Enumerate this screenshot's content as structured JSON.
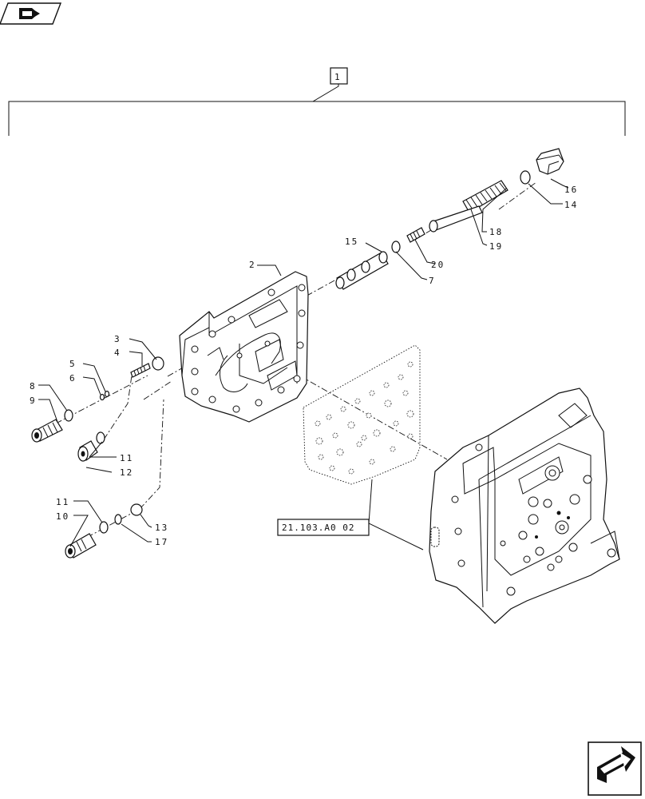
{
  "assembly_ref": "1",
  "callouts": [
    {
      "id": "c2",
      "text": "2"
    },
    {
      "id": "c3",
      "text": "3"
    },
    {
      "id": "c4",
      "text": "4"
    },
    {
      "id": "c5",
      "text": "5"
    },
    {
      "id": "c6",
      "text": "6"
    },
    {
      "id": "c7",
      "text": "7"
    },
    {
      "id": "c8",
      "text": "8"
    },
    {
      "id": "c9",
      "text": "9"
    },
    {
      "id": "c10",
      "text": "10"
    },
    {
      "id": "c11a",
      "text": "11"
    },
    {
      "id": "c11b",
      "text": "11"
    },
    {
      "id": "c12",
      "text": "12"
    },
    {
      "id": "c13",
      "text": "13"
    },
    {
      "id": "c14",
      "text": "14"
    },
    {
      "id": "c15",
      "text": "15"
    },
    {
      "id": "c16",
      "text": "16"
    },
    {
      "id": "c17",
      "text": "17"
    },
    {
      "id": "c18",
      "text": "18"
    },
    {
      "id": "c19",
      "text": "19"
    },
    {
      "id": "c20",
      "text": "20"
    }
  ],
  "cross_reference": "21.103.A0 02",
  "icons": {
    "top_left": "book-navigation-icon",
    "bottom_right": "next-page-arrow-icon"
  }
}
